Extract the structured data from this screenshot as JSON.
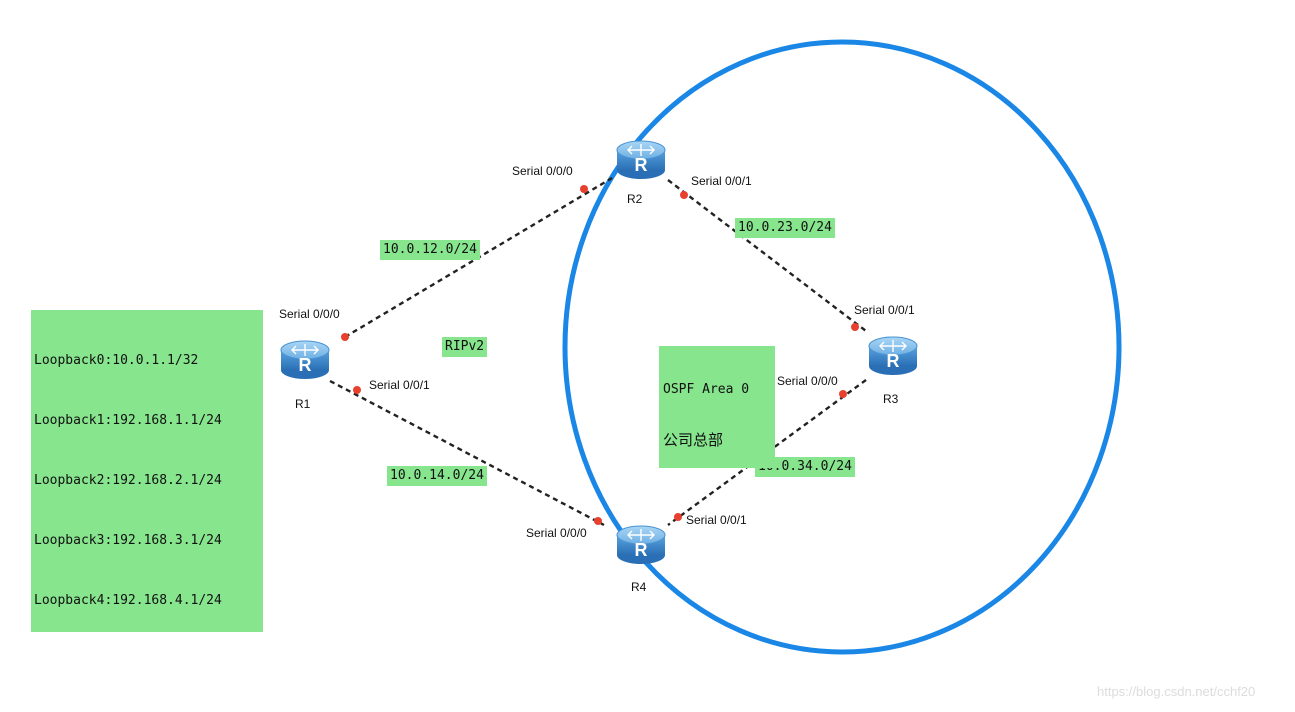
{
  "routers": [
    {
      "id": "R1",
      "label": "R1"
    },
    {
      "id": "R2",
      "label": "R2"
    },
    {
      "id": "R3",
      "label": "R3"
    },
    {
      "id": "R4",
      "label": "R4"
    }
  ],
  "interfaces": {
    "r1_s000": "Serial 0/0/0",
    "r1_s001": "Serial 0/0/1",
    "r2_s000": "Serial 0/0/0",
    "r2_s001": "Serial 0/0/1",
    "r3_s001": "Serial 0/0/1",
    "r3_s000": "Serial 0/0/0",
    "r4_s000": "Serial 0/0/0",
    "r4_s001": "Serial 0/0/1"
  },
  "networks": {
    "r1_r2": "10.0.12.0/24",
    "r2_r3": "10.0.23.0/24",
    "r1_r4": "10.0.14.0/24",
    "r3_r4": "10.0.34.0/24"
  },
  "loopbacks": [
    "Loopback0:10.0.1.1/32",
    "Loopback1:192.168.1.1/24",
    "Loopback2:192.168.2.1/24",
    "Loopback3:192.168.3.1/24",
    "Loopback4:192.168.4.1/24"
  ],
  "rip_label": "RIPv2",
  "ospf": {
    "line1": "OSPF Area 0",
    "line2": "公司总部"
  },
  "watermark": "https://blog.csdn.net/cchf20",
  "colors": {
    "area_ring": "#1a87e6",
    "label_bg": "#86e58d",
    "endpoint_dot": "#e8402f",
    "router_body": "#3a86c8",
    "router_top": "#8cc4ee"
  }
}
